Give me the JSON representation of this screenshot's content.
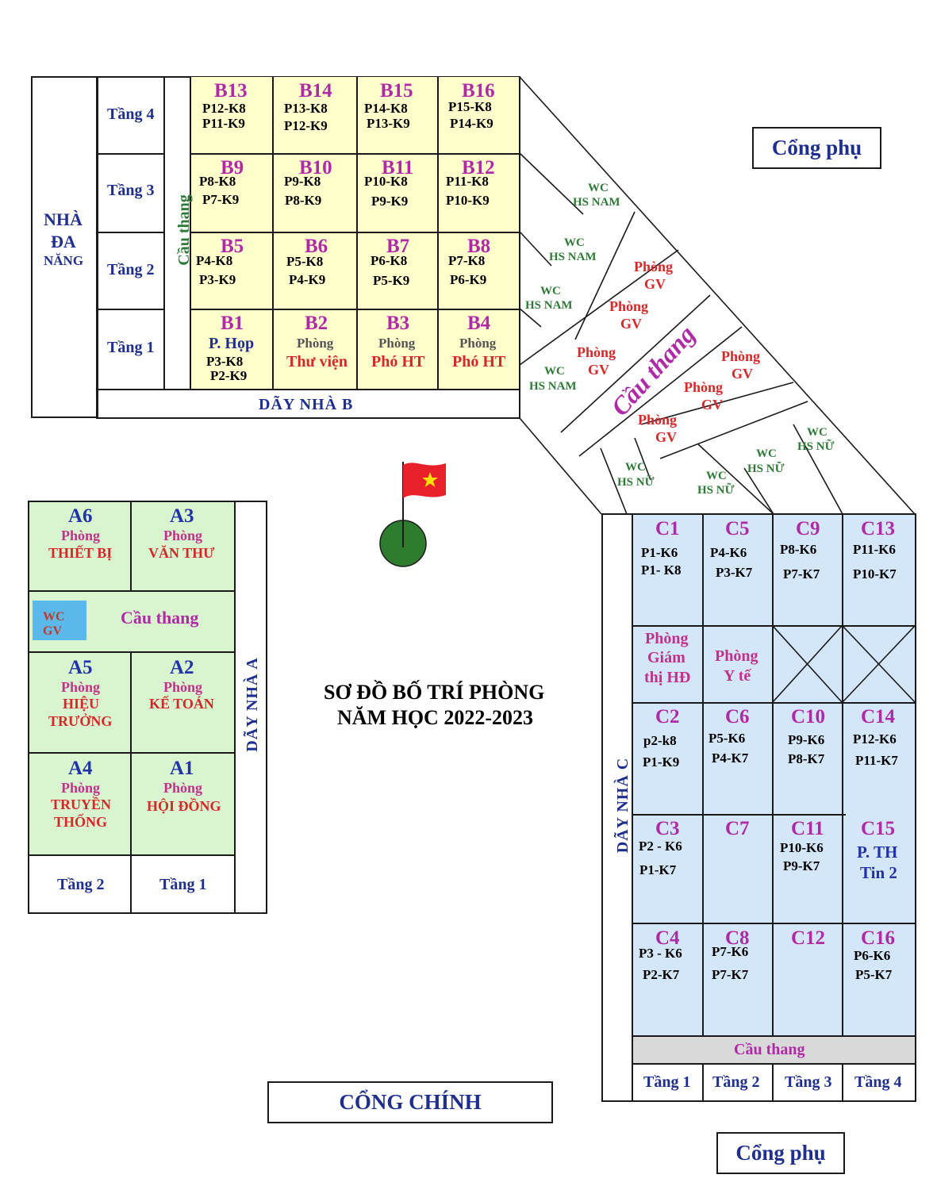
{
  "title": {
    "line1": "SƠ ĐỒ BỐ TRÍ PHÒNG",
    "line2": "NĂM HỌC 2022-2023"
  },
  "gates": {
    "side_top": "Cổng phụ",
    "side_bottom": "Cổng phụ",
    "main": "CỔNG CHÍNH"
  },
  "multipurpose": {
    "l1": "NHÀ",
    "l2": "ĐA",
    "l3": "NĂNG"
  },
  "building_b": {
    "name": "DÃY NHÀ B",
    "stair": "Cầu thang",
    "floors": [
      "Tầng 4",
      "Tầng 3",
      "Tầng 2",
      "Tầng 1"
    ],
    "rooms": [
      {
        "name": "B13",
        "lines": [
          "P12-K8",
          "P11-K9"
        ]
      },
      {
        "name": "B14",
        "lines": [
          "P13-K8",
          "P12-K9"
        ]
      },
      {
        "name": "B15",
        "lines": [
          "P14-K8",
          "P13-K9"
        ]
      },
      {
        "name": "B16",
        "lines": [
          "P15-K8",
          "P14-K9"
        ]
      },
      {
        "name": "B9",
        "lines": [
          "P8-K8",
          "P7-K9"
        ]
      },
      {
        "name": "B10",
        "lines": [
          "P9-K8",
          "P8-K9"
        ]
      },
      {
        "name": "B11",
        "lines": [
          "P10-K8",
          "P9-K9"
        ]
      },
      {
        "name": "B12",
        "lines": [
          "P11-K8",
          "P10-K9"
        ]
      },
      {
        "name": "B5",
        "lines": [
          "P4-K8",
          "P3-K9"
        ]
      },
      {
        "name": "B6",
        "lines": [
          "P5-K8",
          "P4-K9"
        ]
      },
      {
        "name": "B7",
        "lines": [
          "P6-K8",
          "P5-K9"
        ]
      },
      {
        "name": "B8",
        "lines": [
          "P7-K8",
          "P6-K9"
        ]
      },
      {
        "name": "B1",
        "sub": "P. Họp",
        "lines": [
          "P3-K8",
          "P2-K9"
        ]
      },
      {
        "name": "B2",
        "sub": "Phòng",
        "label": "Thư viện"
      },
      {
        "name": "B3",
        "sub": "Phòng",
        "label": "Phó HT"
      },
      {
        "name": "B4",
        "sub": "Phòng",
        "label": "Phó HT"
      }
    ]
  },
  "connector": {
    "stair": "Cầu thang",
    "wc": "WC",
    "hs_nam": "HS NAM",
    "hs_nu": "HS NỮ",
    "phong": "Phòng",
    "gv": "GV"
  },
  "building_a": {
    "name": "DÃY NHÀ A",
    "stair": "Cầu thang",
    "wc_gv": {
      "l1": "WC",
      "l2": "GV"
    },
    "floors": [
      "Tầng 2",
      "Tầng 1"
    ],
    "rooms": [
      {
        "name": "A6",
        "sub": "Phòng",
        "label": [
          "THIẾT BỊ"
        ]
      },
      {
        "name": "A3",
        "sub": "Phòng",
        "label": [
          "VĂN THƯ"
        ]
      },
      {
        "name": "A5",
        "sub": "Phòng",
        "label": [
          "HIỆU",
          "TRƯỞNG"
        ]
      },
      {
        "name": "A2",
        "sub": "Phòng",
        "label": [
          "KẾ TOÁN"
        ]
      },
      {
        "name": "A4",
        "sub": "Phòng",
        "label": [
          "TRUYỀN",
          "THỐNG"
        ]
      },
      {
        "name": "A1",
        "sub": "Phòng",
        "label": [
          "HỘI ĐỒNG"
        ]
      }
    ]
  },
  "building_c": {
    "name": "DÃY NHÀ C",
    "stair": "Cầu thang",
    "floors": [
      "Tầng 1",
      "Tầng 2",
      "Tầng 3",
      "Tầng 4"
    ],
    "rooms": [
      {
        "name": "C1",
        "lines": [
          "P1-K6",
          "P1- K8"
        ]
      },
      {
        "name": "C5",
        "lines": [
          "P4-K6",
          "P3-K7"
        ]
      },
      {
        "name": "C9",
        "lines": [
          "P8-K6",
          "P7-K7"
        ]
      },
      {
        "name": "C13",
        "lines": [
          "P11-K6",
          "P10-K7"
        ]
      },
      {
        "name": "C2",
        "lines": [
          "p2-k8",
          "P1-K9"
        ]
      },
      {
        "name": "C6",
        "lines": [
          "P5-K6",
          "P4-K7"
        ]
      },
      {
        "name": "C10",
        "lines": [
          "P9-K6",
          "P8-K7"
        ]
      },
      {
        "name": "C14",
        "lines": [
          "P12-K6",
          "P11-K7"
        ]
      },
      {
        "name": "C3",
        "lines": [
          "P2 - K6",
          "P1-K7"
        ]
      },
      {
        "name": "C7",
        "lines": []
      },
      {
        "name": "C11",
        "lines": [
          "P10-K6",
          "P9-K7"
        ]
      },
      {
        "name": "C15",
        "lines": [
          "P. TH",
          "Tin 2"
        ]
      },
      {
        "name": "C4",
        "lines": [
          "P3 - K6",
          "P2-K7"
        ]
      },
      {
        "name": "C8",
        "lines": [
          "P7-K6",
          "P7-K7"
        ]
      },
      {
        "name": "C12",
        "lines": []
      },
      {
        "name": "C16",
        "lines": [
          "P6-K6",
          "P5-K7"
        ]
      }
    ],
    "special": [
      {
        "l1": "Phòng",
        "l2": "Giám",
        "l3": "thị HĐ"
      },
      {
        "l1": "Phòng",
        "l2": "Y tế"
      }
    ]
  },
  "colors": {
    "building_b": "#ffffcc",
    "building_a": "#d8f5cf",
    "building_c": "#d4e6f9",
    "stair_c": "#d9d9d9",
    "wc_gv": "#5bb8ea",
    "flag": "#e8202a",
    "flag_star": "#ffe000",
    "flag_base": "#2e7d2e"
  }
}
